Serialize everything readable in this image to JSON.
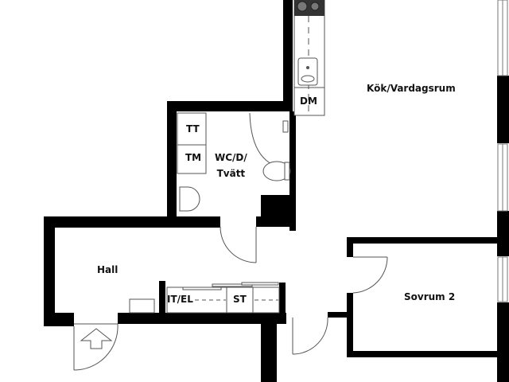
{
  "floorplan": {
    "rooms": {
      "kitchen_living": "Kök/Vardagsrum",
      "wc_line1": "WC/D/",
      "wc_line2": "Tvätt",
      "hall": "Hall",
      "bedroom2": "Sovrum 2"
    },
    "fixtures": {
      "dishwasher": "DM",
      "dryer": "TT",
      "washer": "TM",
      "it_el": "IT/EL",
      "storage": "ST"
    },
    "colors": {
      "wall": "#000000",
      "line": "#555555",
      "background": "#ffffff"
    }
  }
}
